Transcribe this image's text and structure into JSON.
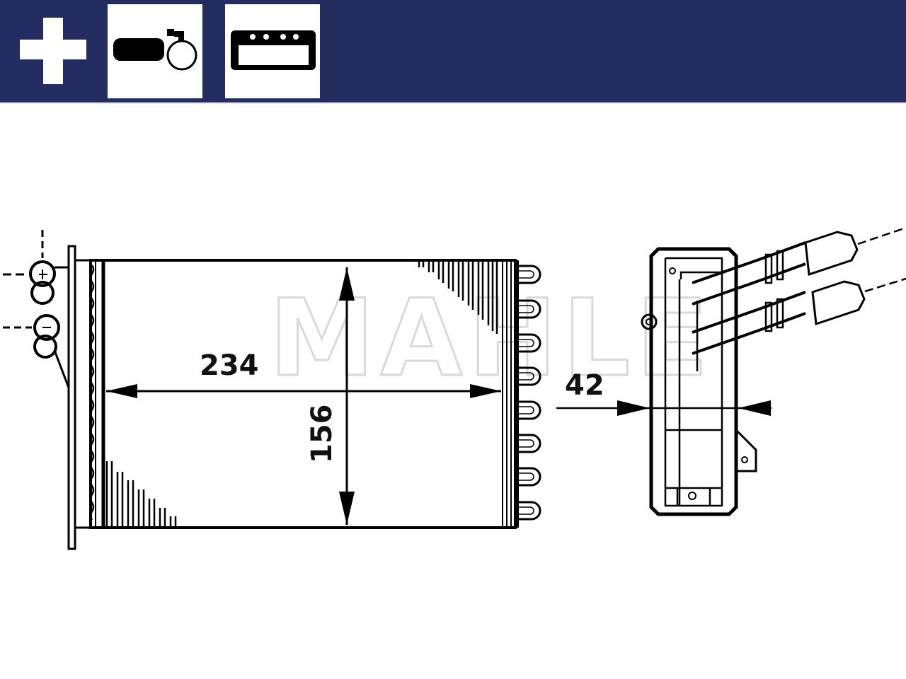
{
  "header": {
    "background": "#242d60",
    "icons": [
      {
        "name": "plus-icon",
        "meaning": "additional items included"
      },
      {
        "name": "hose-clamp-icon",
        "meaning": "with hose clamp"
      },
      {
        "name": "gasket-icon",
        "meaning": "with seal / gasket"
      }
    ]
  },
  "drawing": {
    "watermark": "MAHLE",
    "dimensions": {
      "width": "234",
      "height": "156",
      "depth": "42"
    },
    "tube_bends_count": 8
  }
}
